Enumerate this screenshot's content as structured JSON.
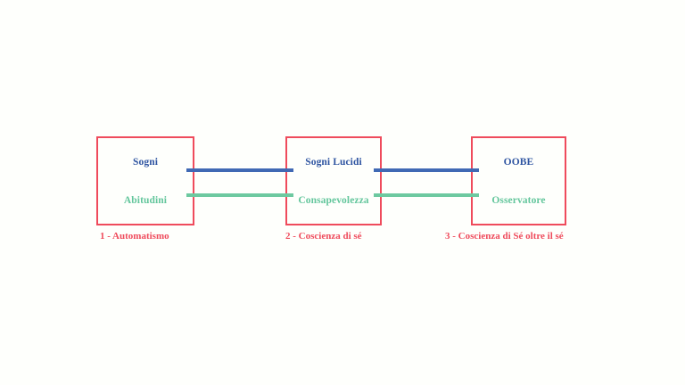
{
  "diagram": {
    "title_visible": false,
    "background_color": "#fefffc",
    "colors": {
      "box_border": "#ef4b5c",
      "primary_label": "#2e54a1",
      "secondary_label": "#63c69c",
      "caption": "#ef4b5c",
      "connector_blue": "#4069b4",
      "connector_green": "#6dc9a0"
    },
    "nodes": [
      {
        "id": "node-1",
        "title": "Sogni",
        "subtitle": "Abitudini",
        "caption": "1 - Automatismo"
      },
      {
        "id": "node-2",
        "title": "Sogni Lucidi",
        "subtitle": "Consapevolezza",
        "caption": "2 - Coscienza di sé"
      },
      {
        "id": "node-3",
        "title": "OOBE",
        "subtitle": "Osservatore",
        "caption": "3 - Coscienza di Sé oltre il sé"
      }
    ],
    "connectors": [
      {
        "id": "conn-1-2-blue",
        "from": "node-1",
        "to": "node-2",
        "color": "#4069b4",
        "track": "upper"
      },
      {
        "id": "conn-1-2-green",
        "from": "node-1",
        "to": "node-2",
        "color": "#6dc9a0",
        "track": "lower"
      },
      {
        "id": "conn-2-3-blue",
        "from": "node-2",
        "to": "node-3",
        "color": "#4069b4",
        "track": "upper"
      },
      {
        "id": "conn-2-3-green",
        "from": "node-2",
        "to": "node-3",
        "color": "#6dc9a0",
        "track": "lower"
      }
    ]
  }
}
